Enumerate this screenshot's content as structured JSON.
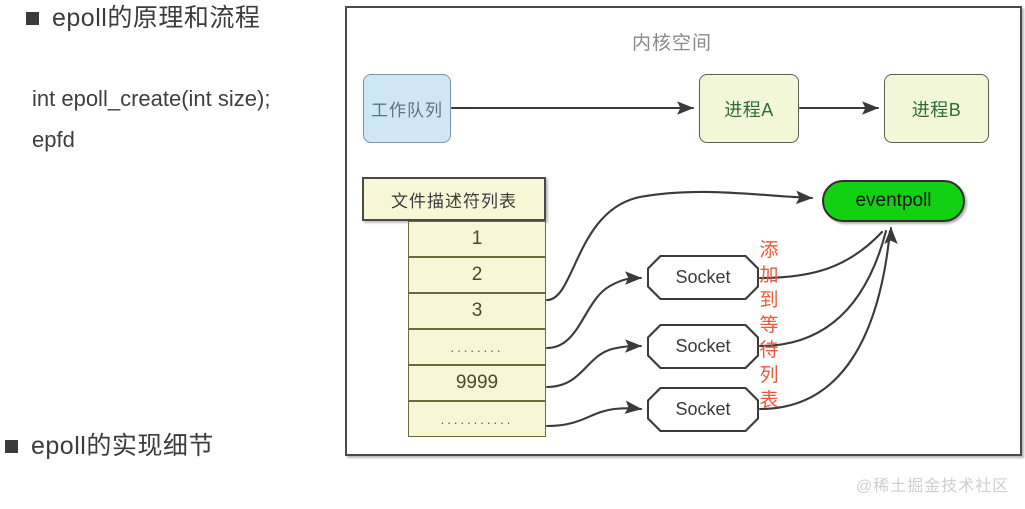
{
  "slide": {
    "bullets": [
      {
        "label": "epoll的原理和流程"
      },
      {
        "label": "epoll的实现细节"
      }
    ],
    "code_lines": [
      "int epoll_create(int size);",
      "epfd"
    ]
  },
  "diagram": {
    "title": "内核空间",
    "nodes": {
      "workqueue": "工作队列",
      "process_a": "进程A",
      "process_b": "进程B",
      "eventpoll": "eventpoll",
      "fd_table_header": "文件描述符列表"
    },
    "fd_table_rows": [
      "1",
      "2",
      "3",
      "........",
      "9999",
      "..........."
    ],
    "sockets": [
      "Socket",
      "Socket",
      "Socket"
    ],
    "annotation_vertical": [
      "添",
      "加",
      "到",
      "等",
      "待",
      "列",
      "表"
    ],
    "annotation_text": "添加到等待列表",
    "colors": {
      "workqueue_fill": "#cfe6f7",
      "process_fill": "#f2f7da",
      "eventpoll_fill": "#12d012",
      "fd_fill": "#f7f7d8",
      "annotation": "#f1563f",
      "panel_border": "#4a4a4a"
    }
  },
  "watermark": "@稀土掘金技术社区"
}
